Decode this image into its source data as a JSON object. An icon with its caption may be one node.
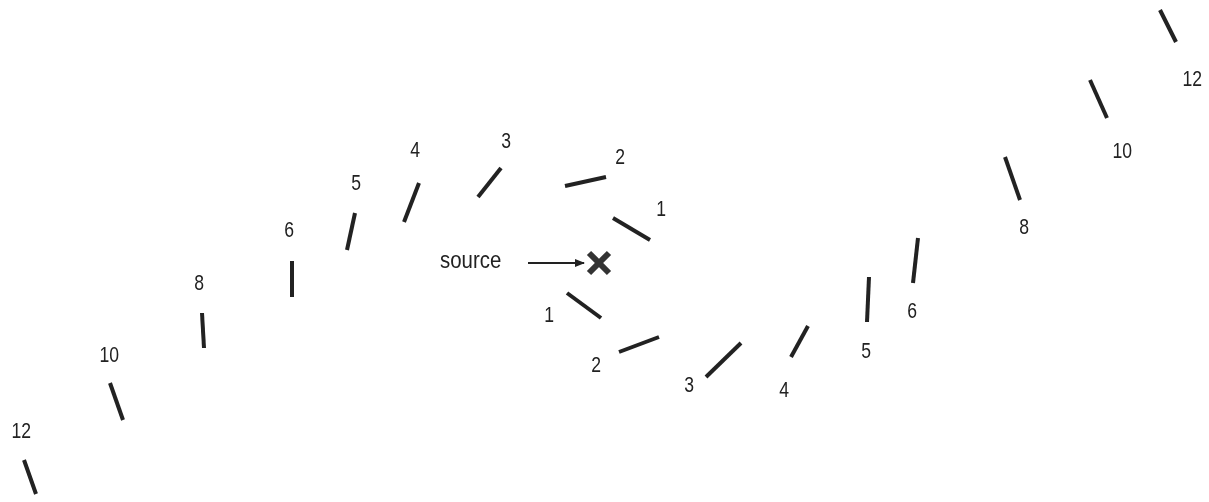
{
  "diagram": {
    "nodes": [
      {
        "text": [
          "source"
        ]
      },
      {
        "text": [],
        "shape": "cross"
      }
    ],
    "edges": [
      {
        "from": 0,
        "to": 1,
        "arrow": "to"
      }
    ],
    "labels": [
      "12",
      "3",
      "4",
      "10",
      "2",
      "5",
      "1",
      "6",
      "8",
      "8",
      "6",
      "1",
      "5",
      "10",
      "2",
      "3",
      "4",
      "12"
    ]
  }
}
